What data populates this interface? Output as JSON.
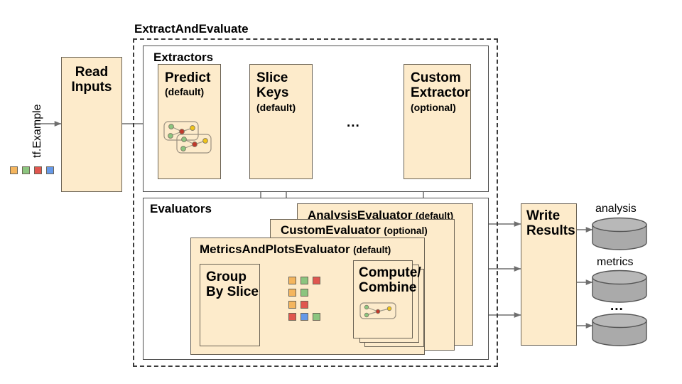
{
  "diagram": {
    "title_outer": "ExtractAndEvaluate",
    "input_label": "tf.Example",
    "input_chips": [
      "orange",
      "green",
      "red",
      "blue"
    ],
    "read_inputs": {
      "line1": "Read",
      "line2": "Inputs"
    },
    "extractors": {
      "group_title": "Extractors",
      "boxes": [
        {
          "name": "predict",
          "line1": "Predict",
          "line2": "",
          "sub": "(default)",
          "has_graph_icon": true
        },
        {
          "name": "slice-keys",
          "line1": "Slice",
          "line2": "Keys",
          "sub": "(default)",
          "has_graph_icon": false
        },
        {
          "name": "custom-extractor",
          "line1": "Custom",
          "line2": "Extractor",
          "sub": "(optional)",
          "has_graph_icon": false
        }
      ],
      "ellipsis": "..."
    },
    "evaluators": {
      "group_title": "Evaluators",
      "layers": [
        {
          "name": "analysis-evaluator",
          "title": "AnalysisEvaluator",
          "sub": "(default)"
        },
        {
          "name": "custom-evaluator",
          "title": "CustomEvaluator",
          "sub": "(optional)"
        },
        {
          "name": "metrics-and-plots-evaluator",
          "title": "MetricsAndPlotsEvaluator",
          "sub": "(default)"
        }
      ],
      "group_by_slice": {
        "line1": "Group",
        "line2": "By Slice"
      },
      "compute_combine": {
        "line1": "Compute/",
        "line2": "Combine"
      },
      "slice_chip_rows": [
        [
          "orange",
          "green",
          "red"
        ],
        [
          "orange",
          "green"
        ],
        [
          "orange",
          "red"
        ],
        [
          "red",
          "blue",
          "green"
        ]
      ]
    },
    "write_results": {
      "line1": "Write",
      "line2": "Results"
    },
    "outputs": [
      {
        "name": "analysis-store",
        "label": "analysis"
      },
      {
        "name": "metrics-store",
        "label": "metrics"
      },
      {
        "name": "more-stores",
        "label": "..."
      }
    ],
    "colors": {
      "box_fill": "#fdebcb",
      "box_stroke": "#6b6355",
      "cylinder_fill": "#aaaaaa",
      "cylinder_stroke": "#555555",
      "chip_orange": "#f4b55e",
      "chip_green": "#8cc57f",
      "chip_red": "#e0564f",
      "chip_blue": "#6699e8",
      "arrow": "#6e6e6e"
    }
  }
}
